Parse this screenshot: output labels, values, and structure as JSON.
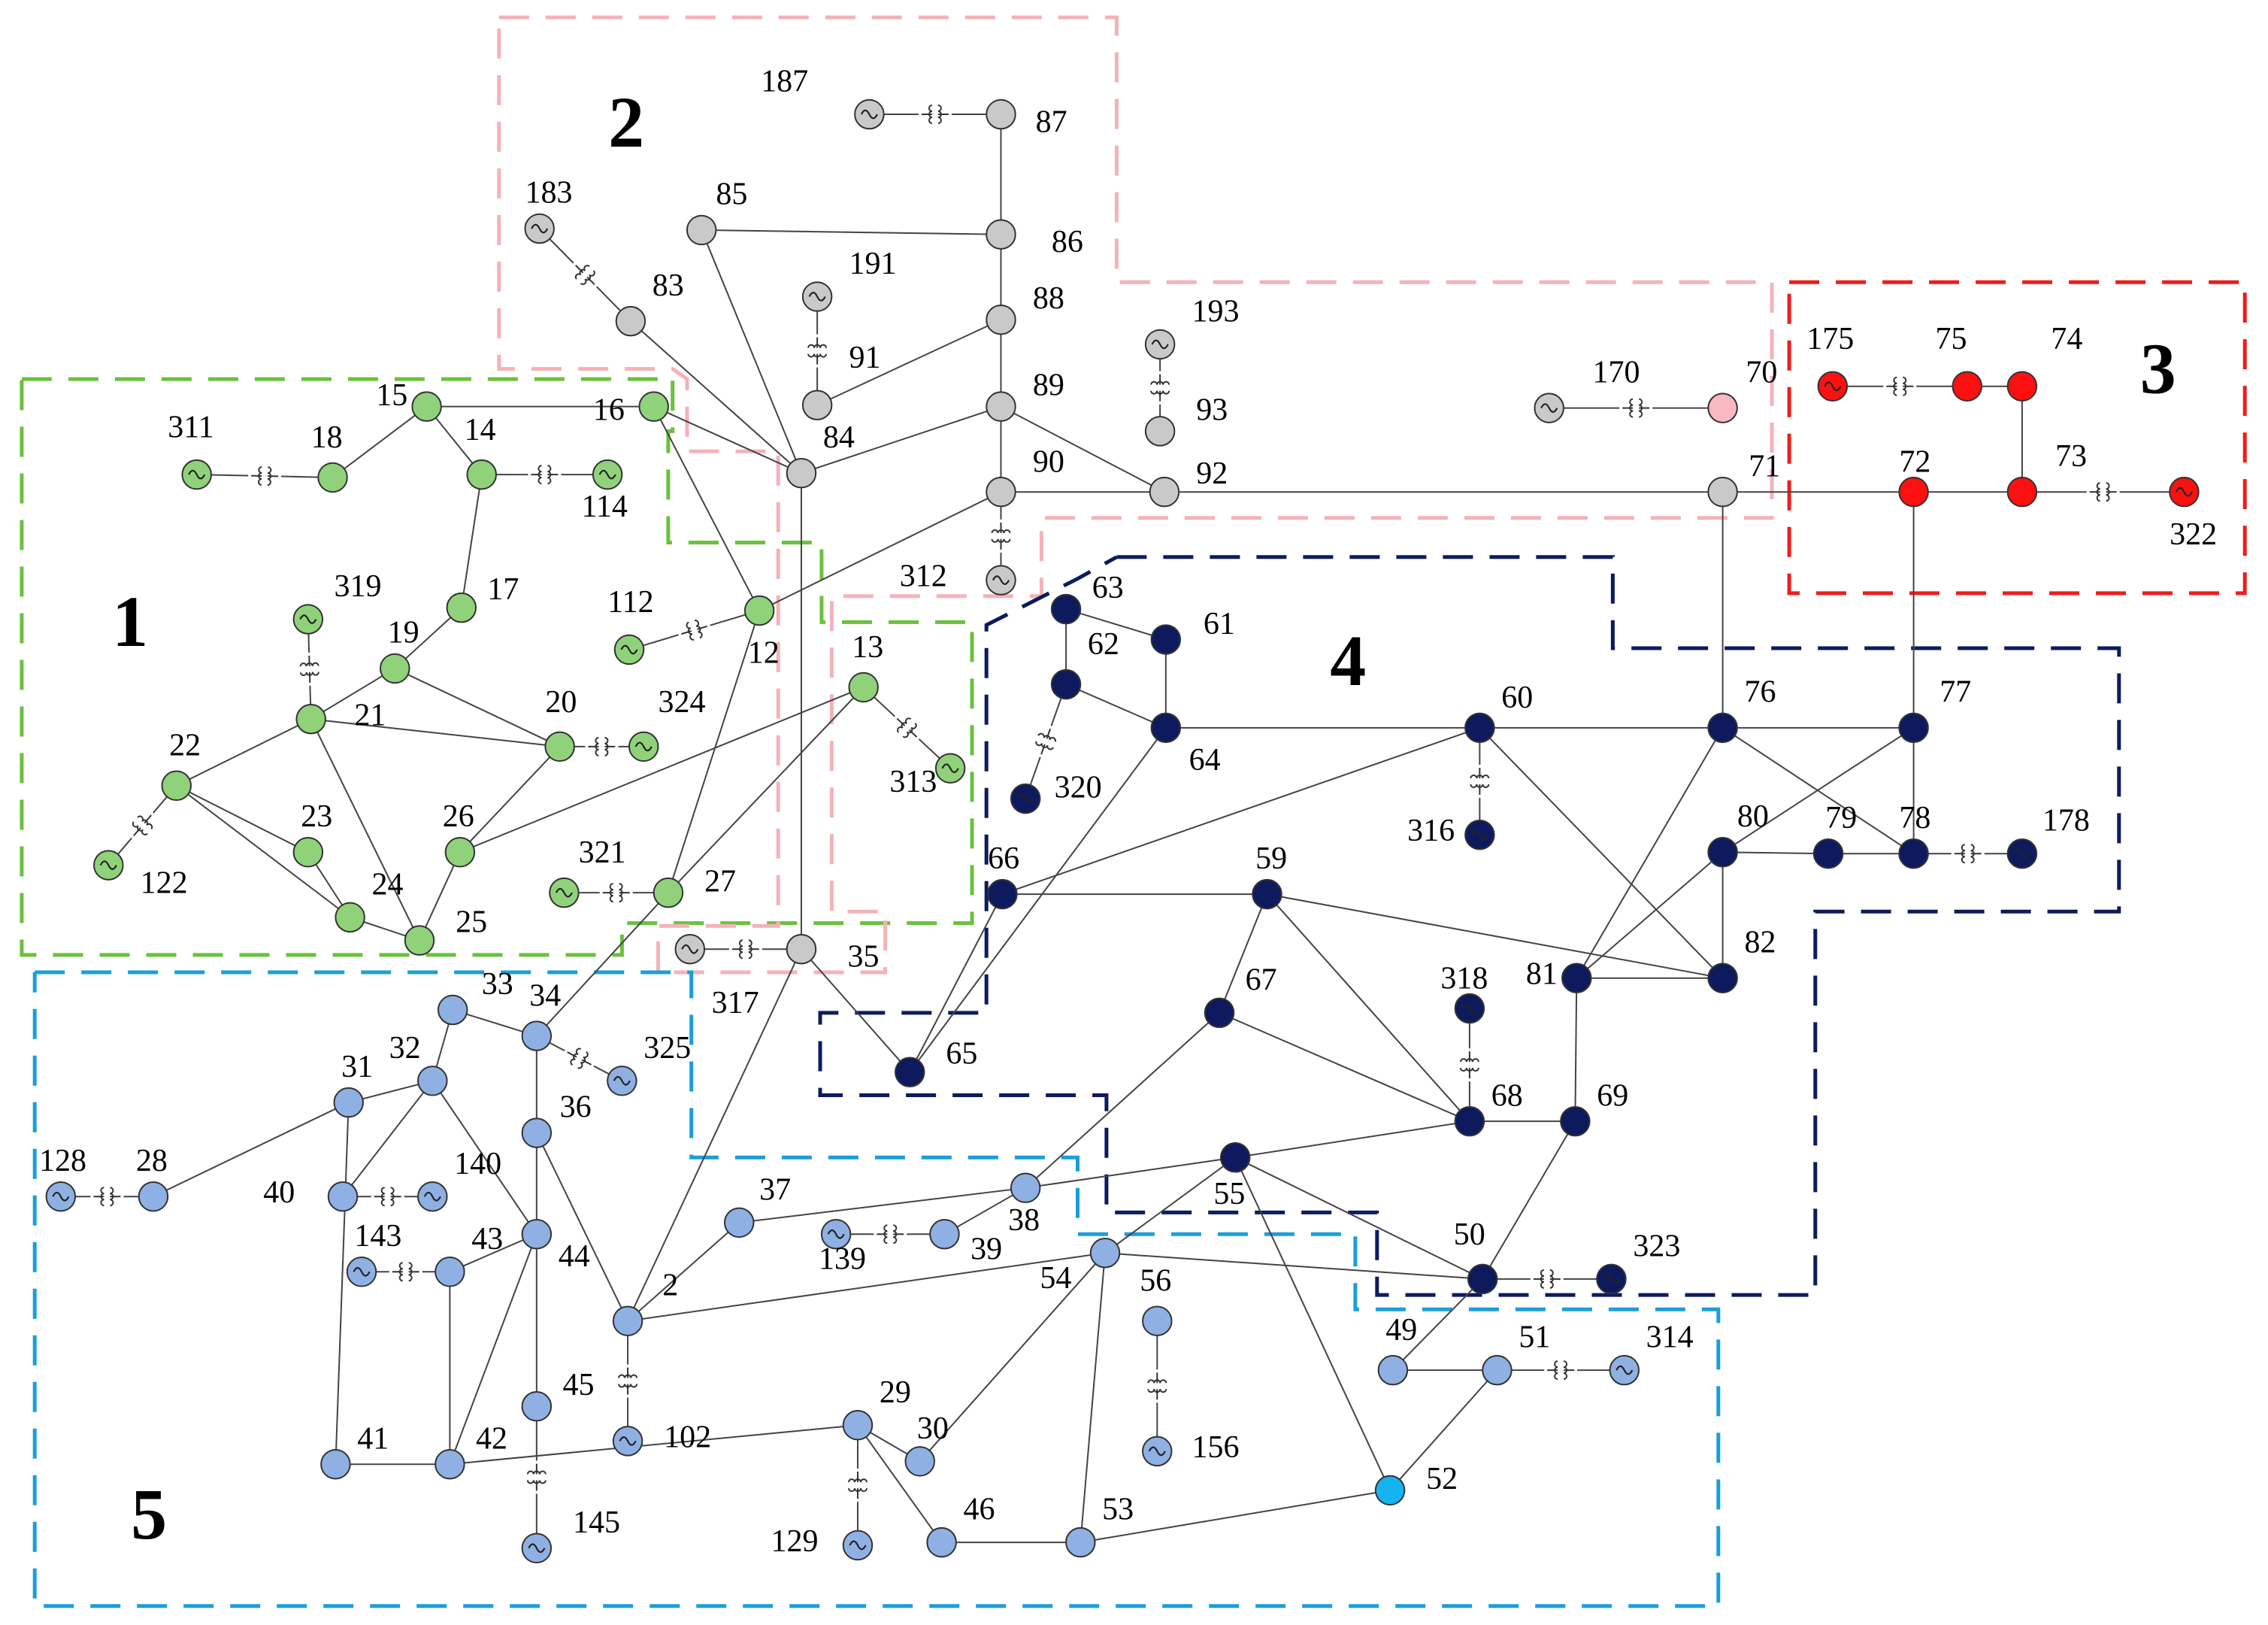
{
  "zones": [
    {
      "label": "1",
      "color": "#6ac13e"
    },
    {
      "label": "2",
      "color": "#f4b2b8"
    },
    {
      "label": "3",
      "color": "#ee1c1c"
    },
    {
      "label": "4",
      "color": "#0d1b5e"
    },
    {
      "label": "5",
      "color": "#1a9edb"
    }
  ],
  "bus_colors": {
    "zone1": "#8fd27a",
    "zone2": "#c9c9c9",
    "zone2_bus70": "#f8b8bf",
    "zone3": "#ff1010",
    "zone4": "#0d1b5e",
    "zone5": "#8fb0e2",
    "zone5_bus52": "#15b4f0"
  },
  "buses": [
    {
      "id": "2"
    },
    {
      "id": "12"
    },
    {
      "id": "13"
    },
    {
      "id": "14"
    },
    {
      "id": "15"
    },
    {
      "id": "16"
    },
    {
      "id": "17"
    },
    {
      "id": "18"
    },
    {
      "id": "19"
    },
    {
      "id": "20"
    },
    {
      "id": "21"
    },
    {
      "id": "22"
    },
    {
      "id": "23"
    },
    {
      "id": "24"
    },
    {
      "id": "25"
    },
    {
      "id": "26"
    },
    {
      "id": "27"
    },
    {
      "id": "28"
    },
    {
      "id": "29"
    },
    {
      "id": "30"
    },
    {
      "id": "31"
    },
    {
      "id": "32"
    },
    {
      "id": "33"
    },
    {
      "id": "34"
    },
    {
      "id": "35"
    },
    {
      "id": "36"
    },
    {
      "id": "37"
    },
    {
      "id": "38"
    },
    {
      "id": "39"
    },
    {
      "id": "40"
    },
    {
      "id": "41"
    },
    {
      "id": "42"
    },
    {
      "id": "43"
    },
    {
      "id": "44"
    },
    {
      "id": "45"
    },
    {
      "id": "46"
    },
    {
      "id": "49"
    },
    {
      "id": "50"
    },
    {
      "id": "51"
    },
    {
      "id": "52"
    },
    {
      "id": "53"
    },
    {
      "id": "54"
    },
    {
      "id": "55"
    },
    {
      "id": "56"
    },
    {
      "id": "59"
    },
    {
      "id": "60"
    },
    {
      "id": "61"
    },
    {
      "id": "62"
    },
    {
      "id": "63"
    },
    {
      "id": "64"
    },
    {
      "id": "65"
    },
    {
      "id": "66"
    },
    {
      "id": "67"
    },
    {
      "id": "68"
    },
    {
      "id": "69"
    },
    {
      "id": "70"
    },
    {
      "id": "71"
    },
    {
      "id": "72"
    },
    {
      "id": "73"
    },
    {
      "id": "74"
    },
    {
      "id": "75"
    },
    {
      "id": "76"
    },
    {
      "id": "77"
    },
    {
      "id": "78"
    },
    {
      "id": "79"
    },
    {
      "id": "80"
    },
    {
      "id": "81"
    },
    {
      "id": "82"
    },
    {
      "id": "83"
    },
    {
      "id": "84"
    },
    {
      "id": "85"
    },
    {
      "id": "86"
    },
    {
      "id": "87"
    },
    {
      "id": "88"
    },
    {
      "id": "89"
    },
    {
      "id": "90"
    },
    {
      "id": "91"
    },
    {
      "id": "92"
    },
    {
      "id": "93"
    }
  ],
  "generators": [
    {
      "id": "102"
    },
    {
      "id": "112"
    },
    {
      "id": "114"
    },
    {
      "id": "122"
    },
    {
      "id": "128"
    },
    {
      "id": "129"
    },
    {
      "id": "139"
    },
    {
      "id": "140"
    },
    {
      "id": "143"
    },
    {
      "id": "145"
    },
    {
      "id": "156"
    },
    {
      "id": "170"
    },
    {
      "id": "175"
    },
    {
      "id": "178"
    },
    {
      "id": "183"
    },
    {
      "id": "187"
    },
    {
      "id": "191"
    },
    {
      "id": "193"
    },
    {
      "id": "311"
    },
    {
      "id": "312"
    },
    {
      "id": "313"
    },
    {
      "id": "314"
    },
    {
      "id": "316"
    },
    {
      "id": "317"
    },
    {
      "id": "318"
    },
    {
      "id": "319"
    },
    {
      "id": "320"
    },
    {
      "id": "321"
    },
    {
      "id": "322"
    },
    {
      "id": "323"
    },
    {
      "id": "324"
    },
    {
      "id": "325"
    }
  ],
  "lines": [
    [
      "15",
      "16"
    ],
    [
      "15",
      "18"
    ],
    [
      "15",
      "14"
    ],
    [
      "14",
      "17"
    ],
    [
      "17",
      "19"
    ],
    [
      "19",
      "21"
    ],
    [
      "19",
      "20"
    ],
    [
      "21",
      "20"
    ],
    [
      "21",
      "22"
    ],
    [
      "21",
      "25"
    ],
    [
      "22",
      "23"
    ],
    [
      "22",
      "24"
    ],
    [
      "23",
      "24"
    ],
    [
      "24",
      "25"
    ],
    [
      "25",
      "26"
    ],
    [
      "26",
      "20"
    ],
    [
      "26",
      "13"
    ],
    [
      "16",
      "12"
    ],
    [
      "12",
      "27"
    ],
    [
      "12",
      "90"
    ],
    [
      "27",
      "13"
    ],
    [
      "27",
      "34"
    ],
    [
      "83",
      "84"
    ],
    [
      "85",
      "84"
    ],
    [
      "85",
      "86"
    ],
    [
      "87",
      "86"
    ],
    [
      "86",
      "88"
    ],
    [
      "88",
      "89"
    ],
    [
      "89",
      "90"
    ],
    [
      "88",
      "91"
    ],
    [
      "89",
      "84"
    ],
    [
      "89",
      "92"
    ],
    [
      "90",
      "92"
    ],
    [
      "16",
      "84"
    ],
    [
      "84",
      "35"
    ],
    [
      "92",
      "71"
    ],
    [
      "71",
      "72"
    ],
    [
      "72",
      "73"
    ],
    [
      "73",
      "74"
    ],
    [
      "74",
      "75"
    ],
    [
      "72",
      "77"
    ],
    [
      "71",
      "76"
    ],
    [
      "35",
      "2"
    ],
    [
      "35",
      "65"
    ],
    [
      "63",
      "61"
    ],
    [
      "63",
      "62"
    ],
    [
      "62",
      "64"
    ],
    [
      "61",
      "64"
    ],
    [
      "64",
      "60"
    ],
    [
      "64",
      "65"
    ],
    [
      "60",
      "66"
    ],
    [
      "60",
      "76"
    ],
    [
      "60",
      "82"
    ],
    [
      "66",
      "65"
    ],
    [
      "66",
      "59"
    ],
    [
      "59",
      "67"
    ],
    [
      "59",
      "68"
    ],
    [
      "59",
      "82"
    ],
    [
      "76",
      "77"
    ],
    [
      "76",
      "78"
    ],
    [
      "76",
      "81"
    ],
    [
      "77",
      "80"
    ],
    [
      "77",
      "78"
    ],
    [
      "80",
      "79"
    ],
    [
      "79",
      "78"
    ],
    [
      "80",
      "82"
    ],
    [
      "80",
      "81"
    ],
    [
      "81",
      "82"
    ],
    [
      "81",
      "69"
    ],
    [
      "69",
      "68"
    ],
    [
      "69",
      "50"
    ],
    [
      "68",
      "67"
    ],
    [
      "68",
      "55"
    ],
    [
      "55",
      "50"
    ],
    [
      "55",
      "52"
    ],
    [
      "55",
      "54"
    ],
    [
      "54",
      "50"
    ],
    [
      "50",
      "49"
    ],
    [
      "49",
      "51"
    ],
    [
      "51",
      "52"
    ],
    [
      "52",
      "53"
    ],
    [
      "53",
      "46"
    ],
    [
      "53",
      "54"
    ],
    [
      "54",
      "30"
    ],
    [
      "30",
      "29"
    ],
    [
      "29",
      "46"
    ],
    [
      "29",
      "42"
    ],
    [
      "42",
      "41"
    ],
    [
      "42",
      "43"
    ],
    [
      "42",
      "44"
    ],
    [
      "41",
      "31"
    ],
    [
      "31",
      "28"
    ],
    [
      "31",
      "32"
    ],
    [
      "32",
      "33"
    ],
    [
      "32",
      "40"
    ],
    [
      "32",
      "44"
    ],
    [
      "33",
      "34"
    ],
    [
      "34",
      "36"
    ],
    [
      "36",
      "44"
    ],
    [
      "36",
      "2"
    ],
    [
      "44",
      "43"
    ],
    [
      "44",
      "45"
    ],
    [
      "2",
      "37"
    ],
    [
      "2",
      "54"
    ],
    [
      "37",
      "38"
    ],
    [
      "38",
      "67"
    ],
    [
      "38",
      "55"
    ],
    [
      "38",
      "39"
    ]
  ]
}
